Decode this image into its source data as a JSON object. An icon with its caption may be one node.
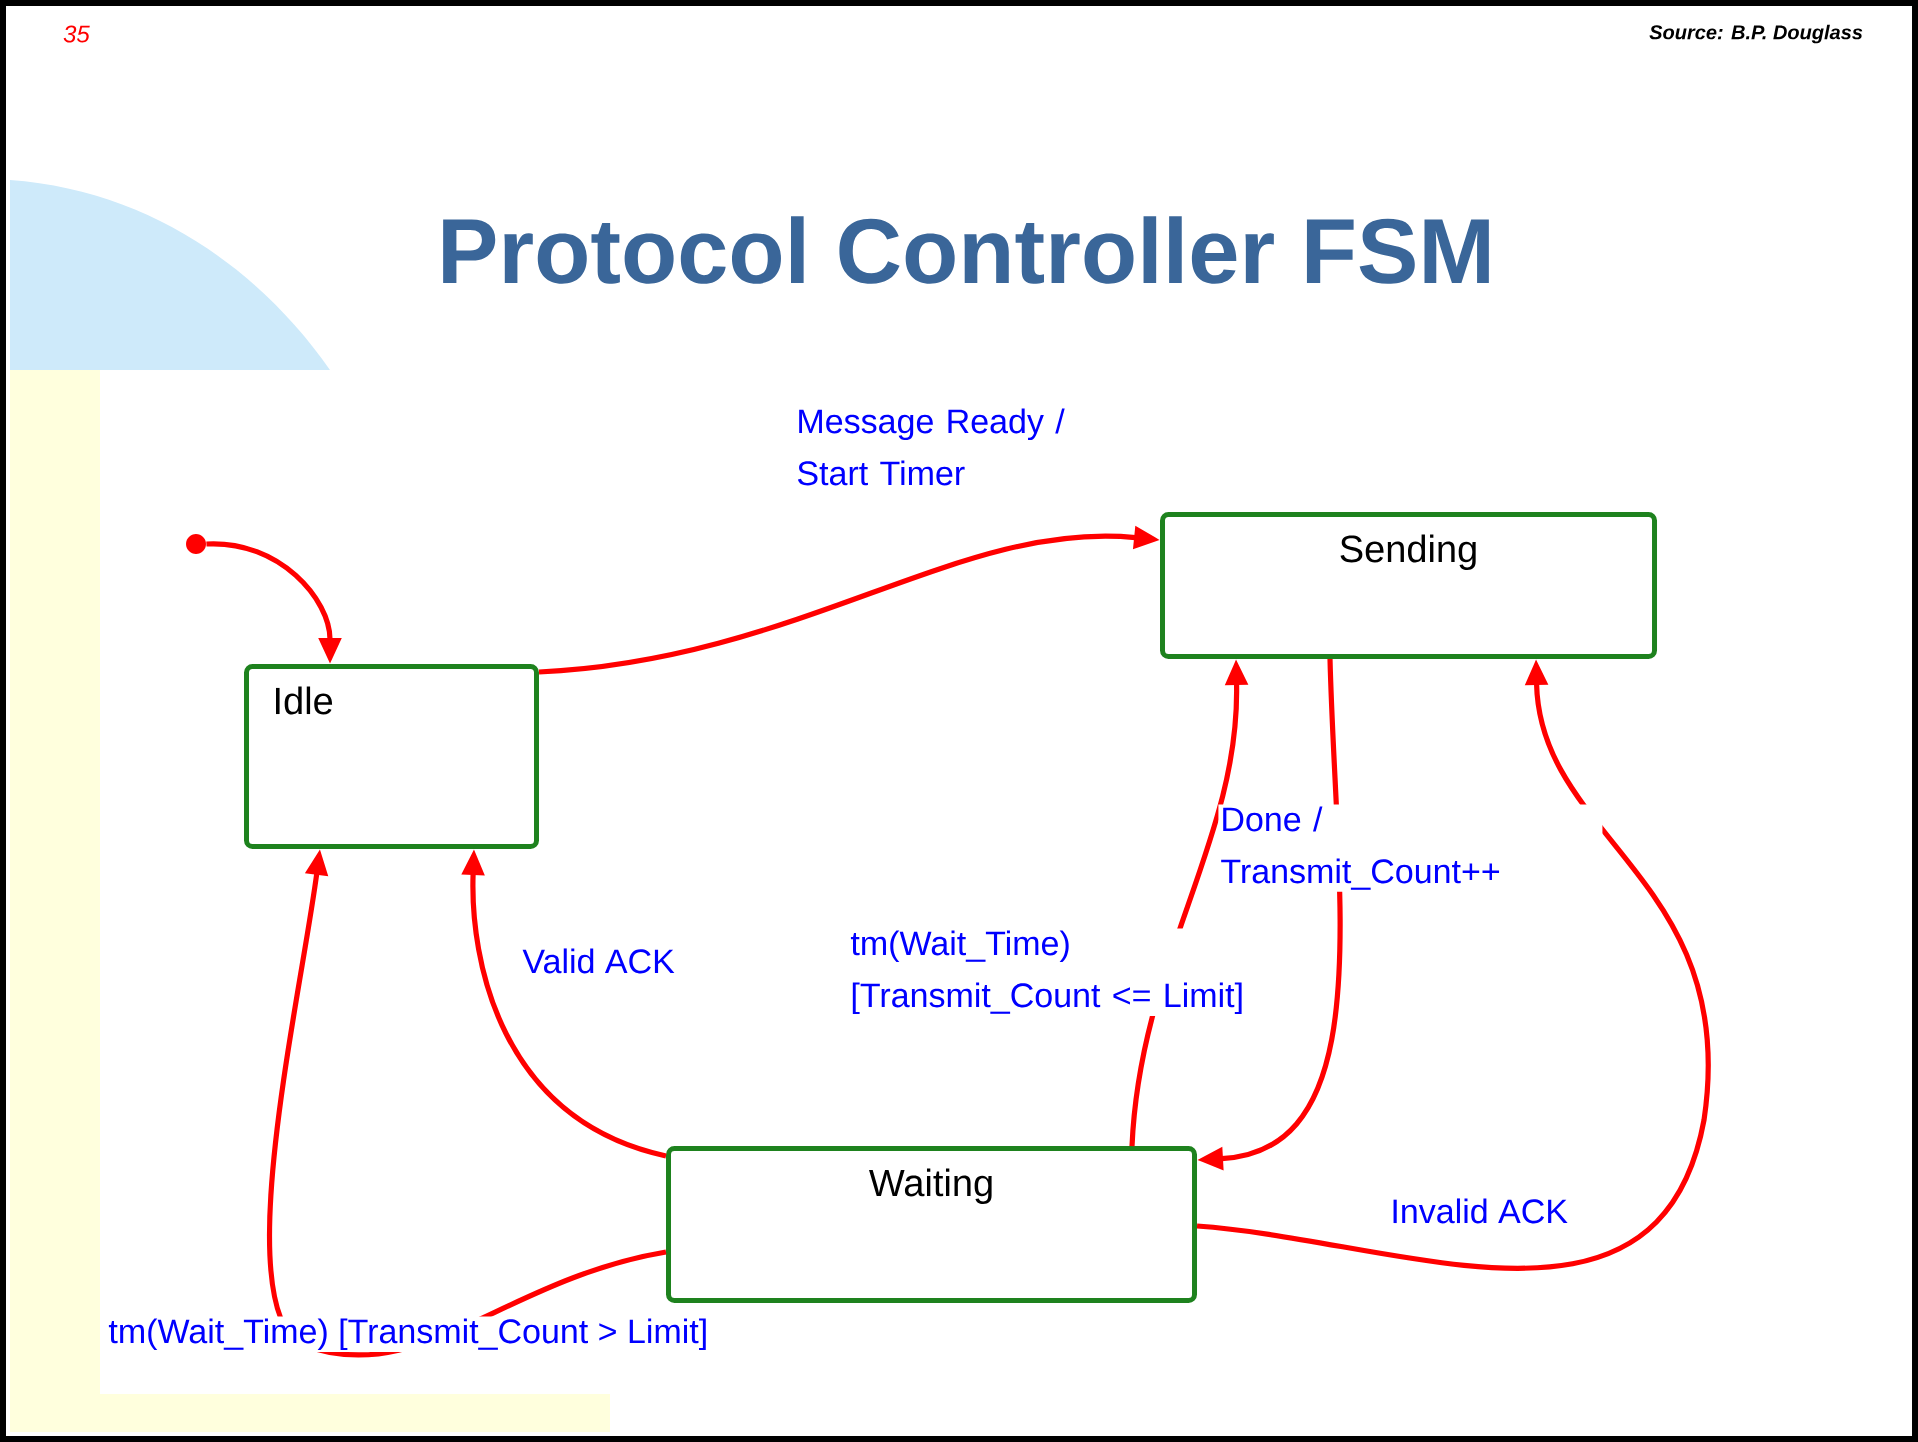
{
  "diagram": {
    "title": "Protocol Controller FSM",
    "nodes": [
      {
        "text": [],
        "shape": "circle"
      },
      {
        "text": [
          "Idle"
        ]
      },
      {
        "text": [
          "Sending"
        ]
      },
      {
        "text": [
          "Waiting"
        ]
      }
    ],
    "edges": [
      {
        "from": 0,
        "to": 1,
        "arrow": "to"
      },
      {
        "from": 1,
        "to": 2,
        "arrow": "to",
        "label": "Message Ready / Start Timer"
      },
      {
        "from": 2,
        "to": 3,
        "arrow": "to",
        "label": "Done / Transmit_Count++"
      },
      {
        "from": 3,
        "to": 2,
        "arrow": "to",
        "label": "tm(Wait_Time) [Transmit_Count <= Limit]"
      },
      {
        "from": 3,
        "to": 2,
        "arrow": "to",
        "label": "Invalid ACK"
      },
      {
        "from": 3,
        "to": 1,
        "arrow": "to",
        "label": "Valid ACK"
      },
      {
        "from": 3,
        "to": 1,
        "arrow": "to",
        "label": "tm(Wait_Time) [Transmit_Count > Limit]"
      }
    ],
    "labels": [
      "35",
      "Source: B.P. Douglass"
    ]
  }
}
